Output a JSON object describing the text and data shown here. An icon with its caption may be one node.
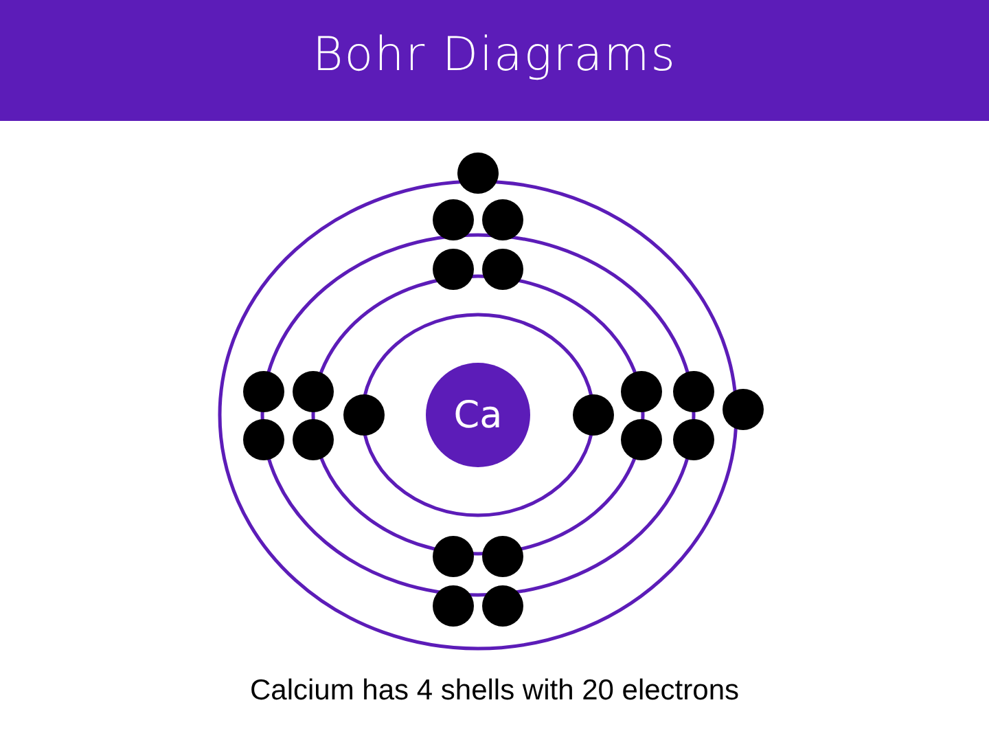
{
  "diagram": {
    "title": "Bohr Diagrams",
    "caption": "Calcium has 4 shells with 20 electrons",
    "nodes": [
      {
        "text": [
          "Ca"
        ]
      }
    ]
  }
}
